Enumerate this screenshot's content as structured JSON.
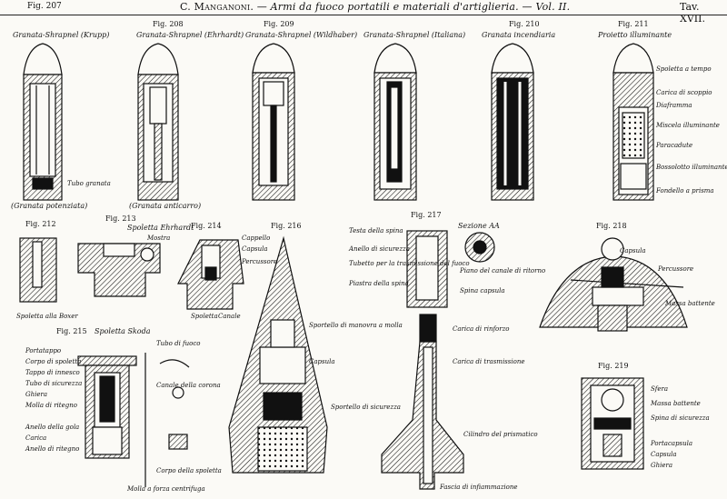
{
  "header": {
    "fig_left": "Fig. 207",
    "author": "C. Manganoni.",
    "work": "— Armi da fuoco portatili e materiali d'artiglieria. — Vol. II.",
    "tav": "Tav. XVII."
  },
  "figures": {
    "f208": "Fig. 208",
    "f209": "Fig. 209",
    "f210": "Fig. 210",
    "f211": "Fig. 211",
    "f212": "Fig. 212",
    "f213": "Fig. 213",
    "f214": "Fig. 214",
    "f215": "Fig. 215",
    "f216": "Fig. 216",
    "f217": "Fig. 217",
    "f218": "Fig. 218",
    "f219": "Fig. 219"
  },
  "captions": {
    "c207": "Granata-Shrapnel (Krupp)",
    "c208": "Granata-Shrapnel (Ehrhardt)",
    "c209": "Granata-Shrapnel (Wildhaber)",
    "c209b": "Granata-Shrapnel (Italiana)",
    "c210": "Granata incendiaria",
    "c211": "Proietto illuminante",
    "c213": "Spoletta Ehrhardt",
    "c215": "Spoletta Skoda",
    "sezione": "Sezione AA",
    "sub207": "(Granata potenziata)",
    "sub208": "(Granata anticarro)"
  },
  "labels": {
    "l207a": "Tubo granata",
    "l211a": "Spoletta a tempo",
    "l211b": "Carica di scoppio",
    "l211c": "Diaframma",
    "l211d": "Miscela illuminante",
    "l211e": "Paracadute",
    "l211f": "Bossolotto illuminante",
    "l211g": "Fondello a prisma",
    "l212": "Spoletta alla Boxer",
    "l213": "Mostra",
    "l214a": "Cappello",
    "l214b": "Capsula",
    "l214c": "Percussore",
    "l214d": "Spoletta",
    "l214e": "Canale",
    "l215a": "Portatappo",
    "l215b": "Corpo di spoletta",
    "l215c": "Tappo di innesco",
    "l215d": "Tubo di sicurezza",
    "l215e": "Ghiera",
    "l215f": "Molla di ritegno",
    "l215g": "Anello della gola",
    "l215h": "Carica",
    "l215i": "Anello di ritegno",
    "l215j": "Tubo di fuoco",
    "l215k": "Canale della corona",
    "l215l": "Corpo della spoletta",
    "l215m": "Molla a forza centrifuga",
    "l216a": "Sportello di manovra a molla",
    "l216b": "Capsula",
    "l216c": "Sportello di sicurezza",
    "l217a": "Testa della spina",
    "l217b": "Anello di sicurezza",
    "l217c": "Tubetto per la trasmissione del fuoco",
    "l217d": "Piastra della spina",
    "l217e": "Piano del canale di ritorno",
    "l217f": "Spina capsula",
    "l217g": "Carica di rinforzo",
    "l217h": "Carica di trasmissione",
    "l217i": "Cilindro del prismatico",
    "l217j": "Fascia di infiammazione",
    "l218a": "Capsula",
    "l218b": "Percussore",
    "l218c": "Massa battente",
    "l219a": "Sfera",
    "l219b": "Massa battente",
    "l219c": "Spina di sicurezza",
    "l219d": "Portacapsula",
    "l219e": "Capsula",
    "l219f": "Ghiera"
  },
  "colors": {
    "ink": "#111111",
    "paper": "#fbfaf6"
  }
}
